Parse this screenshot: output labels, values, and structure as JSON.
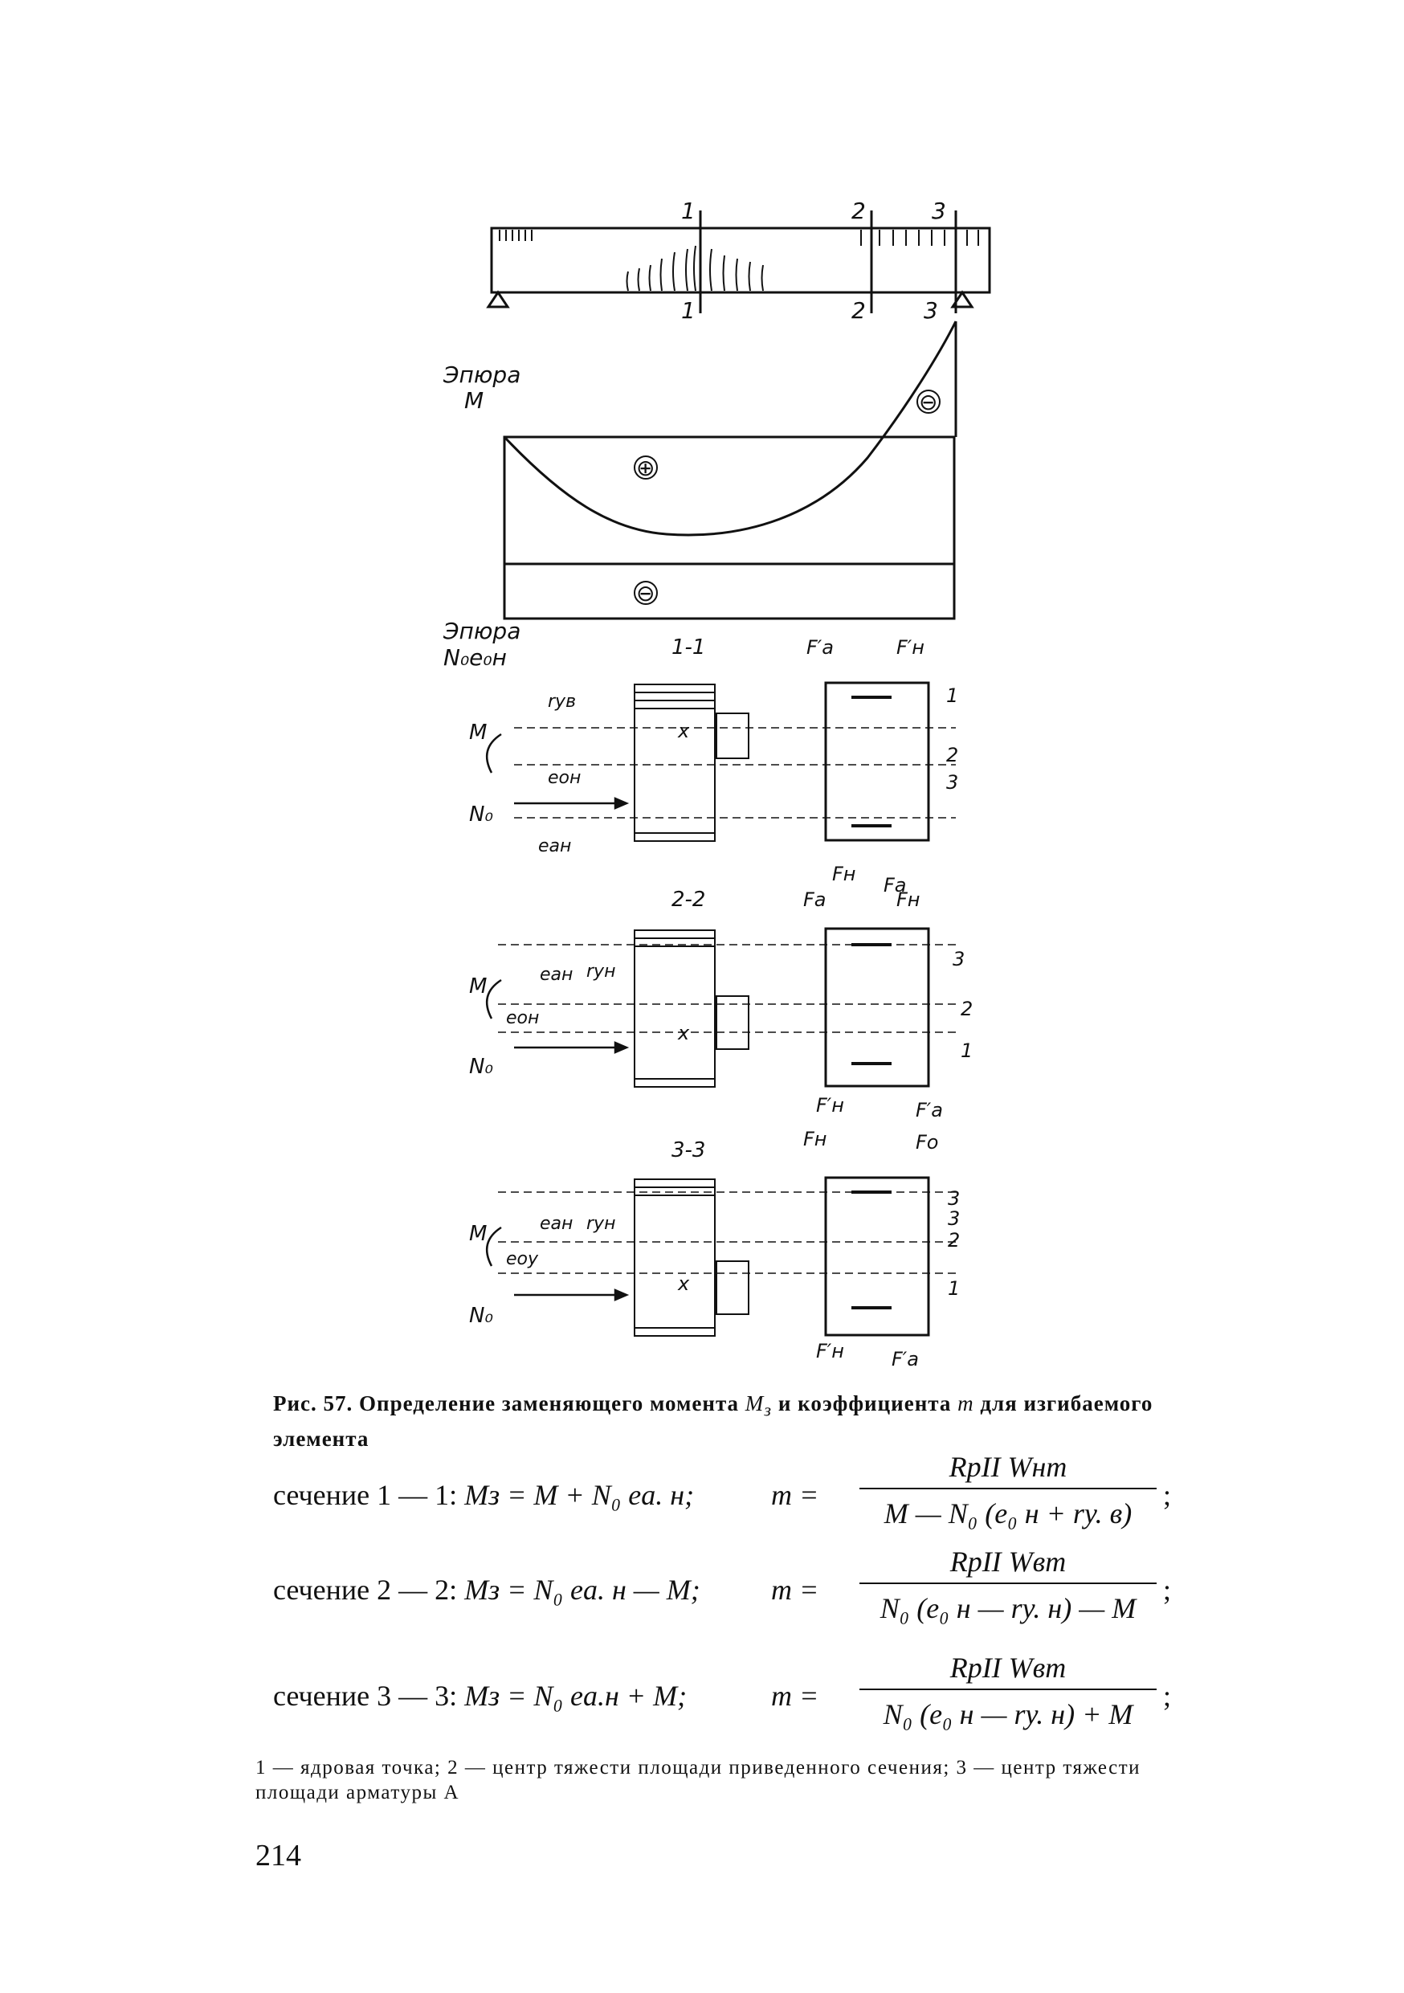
{
  "figure": {
    "beam_section_marks": [
      "1",
      "2",
      "3"
    ],
    "moment_diagram_label": [
      "Эпюра",
      "M"
    ],
    "n_diagram_label": [
      "Эпюра",
      "N₀e₀н"
    ],
    "sign_plus": "⊕",
    "sign_minus": "⊖",
    "section_titles": [
      "1-1",
      "2-2",
      "3-3"
    ],
    "labels": {
      "M": "M",
      "N0": "N₀",
      "x": "x",
      "ryv": "rув",
      "eon": "eон",
      "ean": "eан",
      "ryn": "rун",
      "eoy": "eoy",
      "Fa_prime": "F′a",
      "Fn_prime": "F′н",
      "Fa": "Fa",
      "Fn": "Fн",
      "Fo": "Fo",
      "p1": "1",
      "p2": "2",
      "p3": "3"
    }
  },
  "caption": {
    "prefix": "Рис. 57. Определение заменяющего момента ",
    "m3": "M",
    "m3_sub": "з",
    "middle": " и коэффициента ",
    "m": "m",
    "suffix": " для изгибаемого элемента"
  },
  "formulas": [
    {
      "section": "сечение 1 — 1:",
      "expr": "Mз = M + N₀ eа. н;",
      "m_eq": "m =",
      "numerator": "RpII Wнт",
      "denominator": "M — N₀ (e₀ н + rу. в)",
      "end": ";"
    },
    {
      "section": "сечение 2 — 2:",
      "expr": "Mз = N₀ eа. н — M;",
      "m_eq": "m =",
      "numerator": "RpII Wвт",
      "denominator": "N₀ (e₀ н — rу. н) — M",
      "end": ";"
    },
    {
      "section": "сечение 3 — 3:",
      "expr": "Mз = N₀ eа.н + M;",
      "m_eq": "m =",
      "numerator": "RpII Wвт",
      "denominator": "N₀ (e₀ н — rу. н) + M",
      "end": ";"
    }
  ],
  "legend": "1 — ядровая точка; 2 — центр тяжести площади приведенного сечения; 3 — центр тяжести площади арматуры A",
  "page_number": "214"
}
